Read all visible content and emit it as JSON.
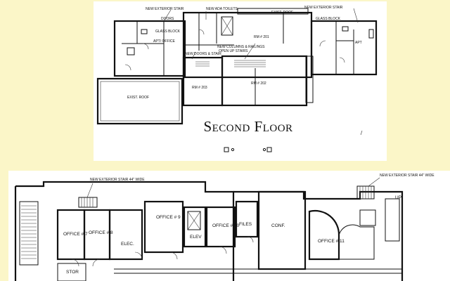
{
  "second_floor": {
    "title": "Second Floor",
    "labels": {
      "new_exterior_stair_left": "NEW EXTERIOR STAIR",
      "new_ada_toilets": "NEW ADA TOILETS",
      "new_exterior_stair_right": "NEW EXTERIOR STAIR",
      "exist_roof_top": "EXIST. ROOF",
      "doors": "DOORS",
      "glass_block_left": "GLASS BLOCK",
      "glass_block_right": "GLASS BLOCK",
      "rm_201": "RM # 201",
      "new_columns": "NEW COLUMNS & RAILINGS",
      "open_up_stairs": "OPEN UP STAIRS",
      "apt_office": "APT/ OFFICE",
      "apt": "APT",
      "new_doors_stair": "NEW DOORS & STAIR",
      "rm_203": "RM # 203",
      "rm_202": "RM # 202",
      "exist_roof": "EXIST. ROOF"
    }
  },
  "first_floor": {
    "labels": {
      "new_exterior_stair_left": "NEW EXTERIOR STAIR 44\" WIDE",
      "new_exterior_stair_right": "NEW EXTERIOR STAIR 44\" WIDE",
      "office_7": "OFFICE # 7",
      "office_8": "OFFICE # 8",
      "elec": "ELEC.",
      "office_9": "OFFICE # 9",
      "office_10": "OFFICE # 10",
      "elev": "ELEV",
      "files": "FILES",
      "conf": "CONF.",
      "office_11": "OFFICE # 11",
      "up": "UP",
      "stor": "STOR"
    }
  },
  "colors": {
    "background": "#fbf6c8",
    "sheet": "#ffffff",
    "ink": "#111111"
  }
}
